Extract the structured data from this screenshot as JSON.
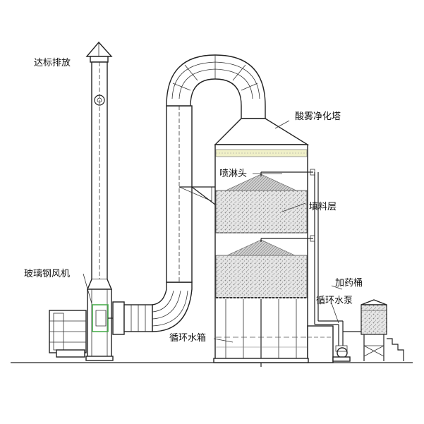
{
  "labels": {
    "exhaust": "达标排放",
    "tower": "酸雾净化塔",
    "spray_head": "喷淋头",
    "packing_layer": "填料层",
    "fan": "玻璃钢风机",
    "dosing_tank": "加药桶",
    "circulation_pump": "循环水泵",
    "circulation_tank": "循环水箱"
  },
  "colors": {
    "line": "#222222",
    "packing_fill": "#d8d8d8",
    "spray_band": "#f0f0c8",
    "water_line": "#555555",
    "fan_highlight": "#4caf50"
  }
}
